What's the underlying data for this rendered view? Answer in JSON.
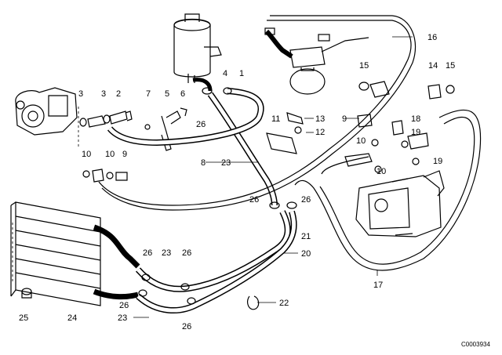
{
  "diagram": {
    "part_numbers": [
      "1",
      "2",
      "3",
      "3",
      "4",
      "5",
      "6",
      "7",
      "8",
      "9",
      "9",
      "10",
      "10",
      "10",
      "10",
      "11",
      "12",
      "13",
      "14",
      "15",
      "15",
      "16",
      "17",
      "18",
      "19",
      "19",
      "20",
      "21",
      "22",
      "23",
      "23",
      "23",
      "24",
      "25",
      "26",
      "26",
      "26",
      "26",
      "26",
      "26",
      "26"
    ],
    "image_code": "C0003934"
  }
}
